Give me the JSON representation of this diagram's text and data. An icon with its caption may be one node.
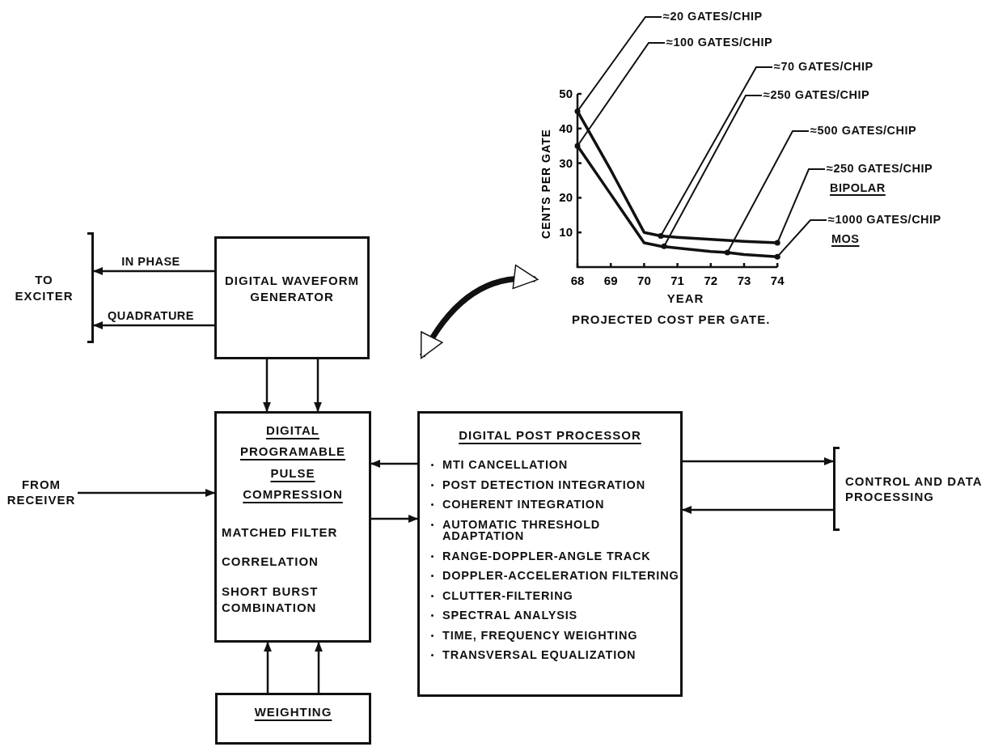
{
  "diagram": {
    "nodes": [
      {
        "text": [
          "TO EXCITER"
        ]
      },
      {
        "text": [
          "DIGITAL WAVEFORM GENERATOR"
        ]
      },
      {
        "text": [
          "DIGITAL PROGRAMABLE PULSE COMPRESSION",
          "MATCHED FILTER",
          "CORRELATION",
          "SHORT BURST COMBINATION"
        ]
      },
      {
        "text": [
          "FROM RECEIVER"
        ]
      },
      {
        "text": [
          "DIGITAL POST PROCESSOR",
          "MTI CANCELLATION",
          "POST DETECTION INTEGRATION",
          "COHERENT INTEGRATION",
          "AUTOMATIC THRESHOLD ADAPTATION",
          "RANGE-DOPPLER-ANGLE TRACK",
          "DOPPLER-ACCELERATION FILTERING",
          "CLUTTER-FILTERING",
          "SPECTRAL ANALYSIS",
          "TIME, FREQUENCY WEIGHTING",
          "TRANSVERSAL EQUALIZATION"
        ]
      },
      {
        "text": [
          "CONTROL AND DATA PROCESSING"
        ]
      },
      {
        "text": [
          "WEIGHTING"
        ]
      },
      {
        "text": [],
        "shape": "picture"
      }
    ],
    "edges": [
      {
        "from": 1,
        "to": 0,
        "arrow": "to",
        "label": "IN PHASE"
      },
      {
        "from": 1,
        "to": 0,
        "arrow": "to",
        "label": "QUADRATURE"
      },
      {
        "from": 1,
        "to": 2,
        "arrow": "to"
      },
      {
        "from": 1,
        "to": 2,
        "arrow": "to"
      },
      {
        "from": 3,
        "to": 2,
        "arrow": "to"
      },
      {
        "from": 4,
        "to": 2,
        "arrow": "to"
      },
      {
        "from": 2,
        "to": 4,
        "arrow": "to"
      },
      {
        "from": 4,
        "to": 5,
        "arrow": "to"
      },
      {
        "from": 5,
        "to": 4,
        "arrow": "to"
      },
      {
        "from": 6,
        "to": 2,
        "arrow": "to"
      },
      {
        "from": 6,
        "to": 2,
        "arrow": "to"
      },
      {
        "from": null,
        "to": 7,
        "arrow": "both",
        "style": "thick"
      }
    ],
    "chart_data": {
      "type": "line",
      "title": "PROJECTED COST PER GATE.",
      "xlabel": "YEAR",
      "ylabel": "CENTS PER GATE",
      "x": [
        68,
        69,
        70,
        70.5,
        71,
        72,
        72.5,
        73,
        74
      ],
      "series": [
        {
          "color": "#111111",
          "values": [
            45,
            28,
            10,
            9,
            8.6,
            8,
            7.7,
            7.4,
            7
          ]
        },
        {
          "color": "#111111",
          "values": [
            35,
            21,
            7,
            6,
            5.5,
            4.5,
            4.2,
            3.6,
            3
          ]
        }
      ],
      "xlim": [
        68,
        74
      ],
      "ylim": [
        0,
        50
      ],
      "xticks": [
        68,
        69,
        70,
        71,
        72,
        73,
        74
      ],
      "yticks": [
        10,
        20,
        30,
        40,
        50
      ],
      "annotations": [
        {
          "x": 68,
          "y": 45,
          "text": "≈20 GATES/CHIP"
        },
        {
          "x": 68,
          "y": 35,
          "text": "≈100 GATES/CHIP"
        },
        {
          "x": 70.5,
          "y": 9,
          "text": "≈70 GATES/CHIP"
        },
        {
          "x": 70.6,
          "y": 6,
          "text": "≈250 GATES/CHIP"
        },
        {
          "x": 72.5,
          "y": 4.2,
          "text": "≈500 GATES/CHIP"
        },
        {
          "x": 74,
          "y": 7,
          "text": "≈250 GATES/CHIP"
        },
        {
          "x": 74,
          "y": 3,
          "text": "≈1000 GATES/CHIP"
        }
      ]
    },
    "labels": [
      "BIPOLAR",
      "MOS"
    ]
  }
}
